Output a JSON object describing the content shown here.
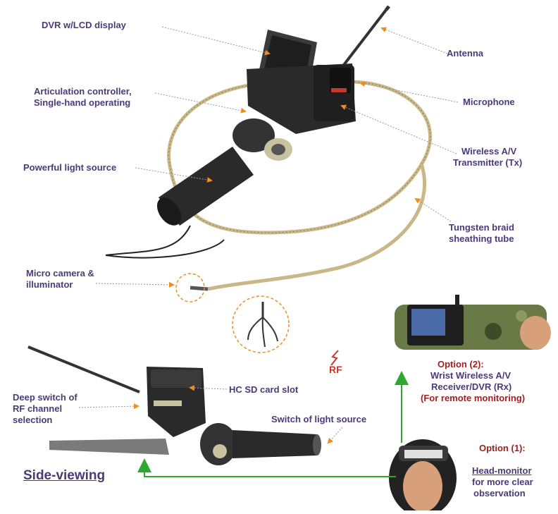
{
  "labels": {
    "dvr": "DVR w/LCD display",
    "antenna": "Antenna",
    "articulation_1": "Articulation controller,",
    "articulation_2": "Single-hand operating",
    "microphone": "Microphone",
    "wireless_tx_1": "Wireless A/V",
    "wireless_tx_2": "Transmitter (Tx)",
    "light_source": "Powerful light source",
    "tungsten_1": "Tungsten braid",
    "tungsten_2": "sheathing tube",
    "micro_cam_1": "Micro camera &",
    "micro_cam_2": "illuminator",
    "rf": "RF",
    "hc_sd": "HC SD card slot",
    "deep_switch_1": "Deep switch of",
    "deep_switch_2": "RF channel",
    "deep_switch_3": "selection",
    "switch_light": "Switch of light source",
    "option2_title": "Option (2):",
    "option2_line1": "Wrist Wireless A/V",
    "option2_line2": "Receiver/DVR (Rx)",
    "option2_line3": "(For remote monitoring)",
    "option1_title": "Option (1):",
    "option1_line1": "Head-monitor",
    "option1_line2": "for more clear",
    "option1_line3": "observation",
    "side_viewing": "Side-viewing"
  },
  "colors": {
    "label_text": "#4a3a7a",
    "option_text": "#a02020",
    "pointer_arrow": "#f08c1e",
    "link_line": "#2ea82e",
    "device_body": "#2a2a2a",
    "braid": "#c8b888"
  },
  "icons": [
    "antenna",
    "lcd-display",
    "handle-flashlight",
    "tripod-tip",
    "wrist-receiver",
    "head-monitor-person"
  ]
}
